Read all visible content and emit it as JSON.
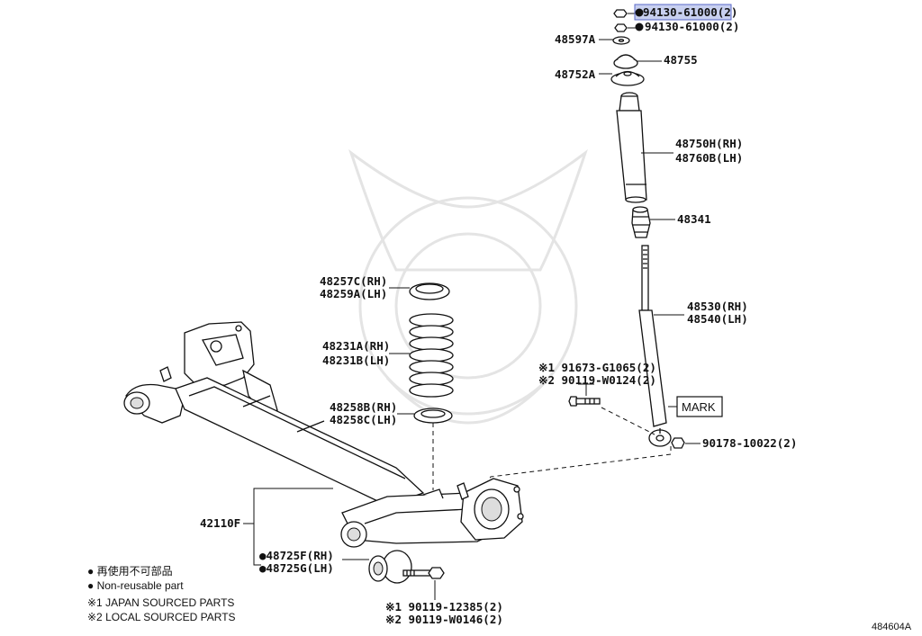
{
  "labels": {
    "top_nut_highlighted": "94130-61000(2)",
    "top_nut": "94130-61000(2)",
    "washer_48597A": "48597A",
    "insulator_48755": "48755",
    "seat_48752A": "48752A",
    "boot_rh": "48750H(RH)",
    "boot_lh": "48760B(LH)",
    "bumper_48341": "48341",
    "absorber_rh": "48530(RH)",
    "absorber_lh": "48540(LH)",
    "upper_insulator_rh": "48257C(RH)",
    "upper_insulator_lh": "48259A(LH)",
    "spring_rh": "48231A(RH)",
    "spring_lh": "48231B(LH)",
    "lower_insulator_rh": "48258B(RH)",
    "lower_insulator_lh": "48258C(LH)",
    "bolt_1": "※1 91673-G1065(2)",
    "bolt_2": "※2 90119-W0124(2)",
    "mark": "MARK",
    "lower_nut": "90178-10022(2)",
    "axle_beam": "42110F",
    "bushing_rh": "●48725F(RH)",
    "bushing_lh": "●48725G(LH)",
    "bush_bolt_1": "※1 90119-12385(2)",
    "bush_bolt_2": "※2 90119-W0146(2)",
    "diagram_code": "484604A"
  },
  "legend": {
    "non_reusable_jp": "● 再使用不可部品",
    "non_reusable_en": "● Non-reusable part",
    "japan_sourced": "※1 JAPAN SOURCED PARTS",
    "local_sourced": "※2 LOCAL SOURCED PARTS"
  }
}
